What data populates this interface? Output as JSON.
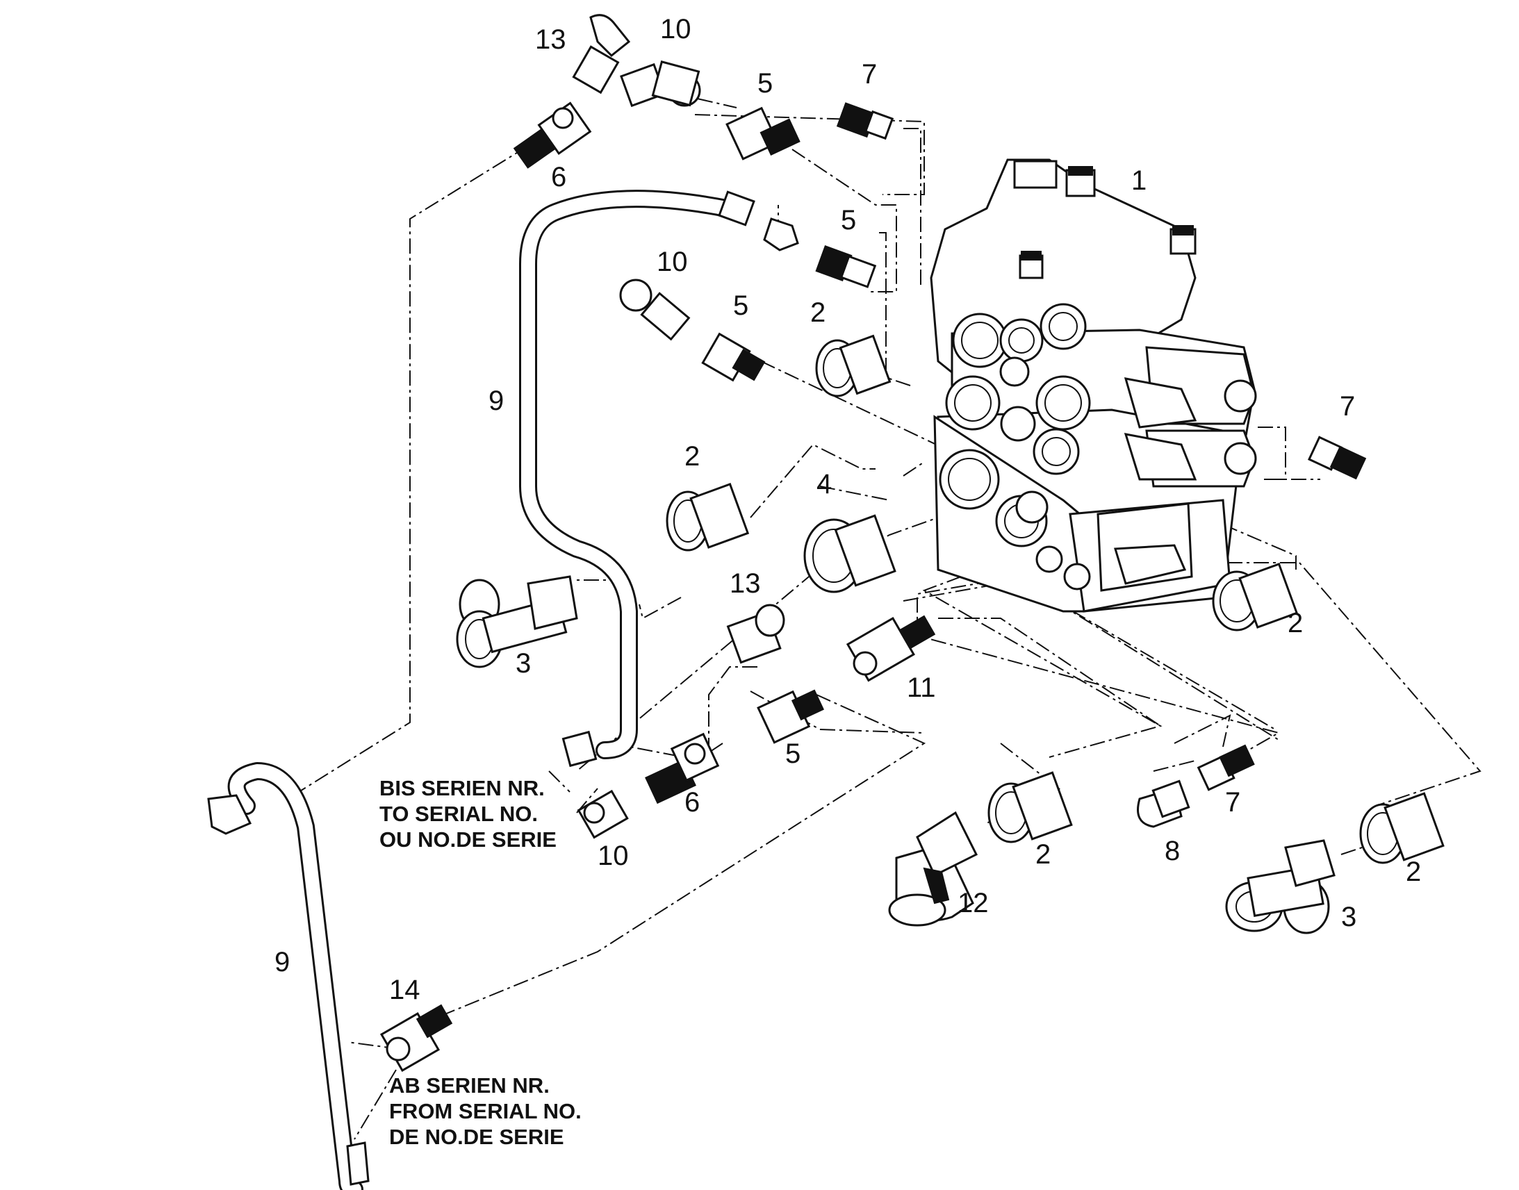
{
  "callouts": [
    {
      "id": "c13a",
      "text": "13"
    },
    {
      "id": "c10a",
      "text": "10"
    },
    {
      "id": "c5a",
      "text": "5"
    },
    {
      "id": "c7a",
      "text": "7"
    },
    {
      "id": "c6a",
      "text": "6"
    },
    {
      "id": "c1",
      "text": "1"
    },
    {
      "id": "c5b",
      "text": "5"
    },
    {
      "id": "c10b",
      "text": "10"
    },
    {
      "id": "c5c",
      "text": "5"
    },
    {
      "id": "c2a",
      "text": "2"
    },
    {
      "id": "c9a",
      "text": "9"
    },
    {
      "id": "c7b",
      "text": "7"
    },
    {
      "id": "c2b",
      "text": "2"
    },
    {
      "id": "c4",
      "text": "4"
    },
    {
      "id": "c13b",
      "text": "13"
    },
    {
      "id": "c3a",
      "text": "3"
    },
    {
      "id": "c2c",
      "text": "2"
    },
    {
      "id": "c11",
      "text": "11"
    },
    {
      "id": "c5d",
      "text": "5"
    },
    {
      "id": "c6b",
      "text": "6"
    },
    {
      "id": "c10c",
      "text": "10"
    },
    {
      "id": "c7c",
      "text": "7"
    },
    {
      "id": "c2d",
      "text": "2"
    },
    {
      "id": "c8",
      "text": "8"
    },
    {
      "id": "c2e",
      "text": "2"
    },
    {
      "id": "c12",
      "text": "12"
    },
    {
      "id": "c3b",
      "text": "3"
    },
    {
      "id": "c9b",
      "text": "9"
    },
    {
      "id": "c14",
      "text": "14"
    }
  ],
  "notes": {
    "to_serial": [
      "BIS SERIEN NR.",
      "TO SERIAL NO.",
      "OU NO.DE SERIE"
    ],
    "from_serial": [
      "AB SERIEN NR.",
      "FROM SERIAL NO.",
      "DE NO.DE SERIE"
    ]
  }
}
